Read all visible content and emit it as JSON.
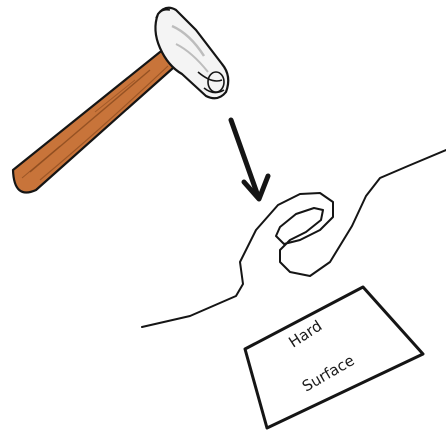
{
  "diagram": {
    "surface_label_line1": "Hard",
    "surface_label_line2": "Surface",
    "colors": {
      "ink": "#151515",
      "handle": "#c8743a",
      "handle_dark": "#8a4a1e",
      "steel": "#f4f4f4",
      "steel_shade": "#bdbdbd",
      "background": "#ffffff"
    },
    "icons": {
      "hammer": "hammer-icon",
      "arrow": "arrow-down-icon",
      "wire": "bent-wire-icon",
      "surface": "hard-surface-block"
    }
  }
}
